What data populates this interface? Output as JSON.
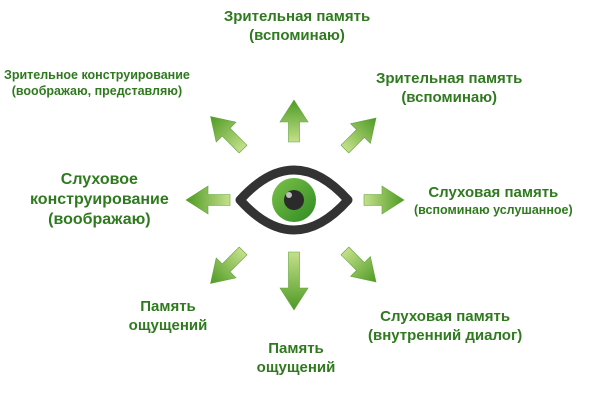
{
  "colors": {
    "text": "#2f7a1f",
    "arrow_light": "#c4e08a",
    "arrow_dark": "#4f9a24",
    "eye_outline": "#333333",
    "iris": "#3f9a2c",
    "pupil": "#2b2b2b"
  },
  "center": {
    "icon": "eye-icon"
  },
  "labels": {
    "top": {
      "line1": "Зрительная память",
      "line2": "(вспоминаю)"
    },
    "top_right": {
      "line1": "Зрительная память",
      "line2": "(вспоминаю)"
    },
    "top_left": {
      "line1": "Зрительное конструирование",
      "line2": "(воображаю, представляю)"
    },
    "right": {
      "line1": "Слуховая память",
      "line2": "(вспоминаю услушанное)"
    },
    "left": {
      "line1": "Слуховое",
      "line2": "конструирование",
      "line3": "(воображаю)"
    },
    "bottom_right": {
      "line1": "Слуховая память",
      "line2": "(внутренний диалог)"
    },
    "bottom": {
      "line1": "Память",
      "line2": "ощущений"
    },
    "bottom_left": {
      "line1": "Память",
      "line2": "ощущений"
    }
  }
}
